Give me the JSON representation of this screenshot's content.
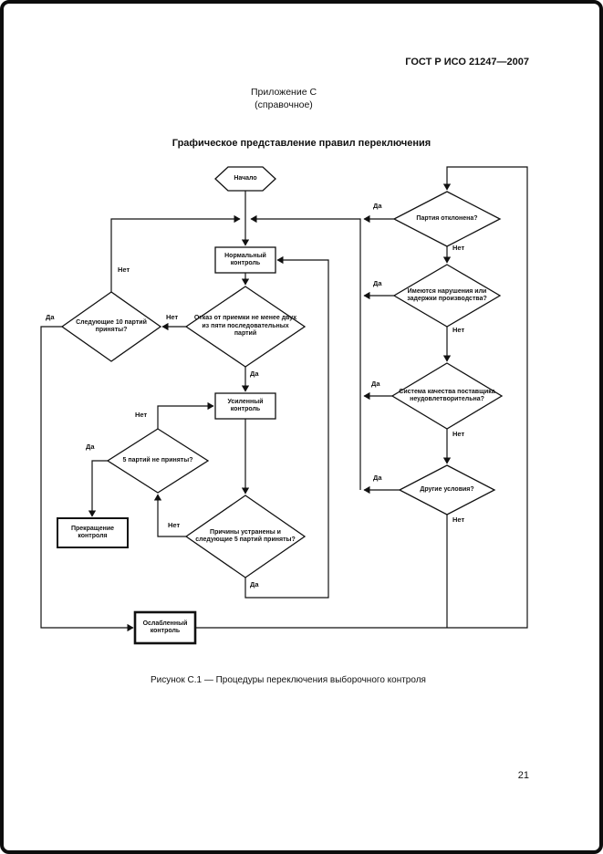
{
  "page": {
    "header": "ГОСТ Р ИСО 21247—2007",
    "annex_line1": "Приложение С",
    "annex_line2": "(справочное)",
    "title": "Графическое представление правил переключения",
    "caption": "Рисунок С.1 — Процедуры переключения выборочного контроля",
    "page_number": "21"
  },
  "flowchart": {
    "nodes": {
      "start": "Начало",
      "normal": "Нормальный контроль",
      "rejection_2of5": "Отказ от приемки не менее двух из пяти последовательных партий",
      "next10": "Следующие 10 партий приняты?",
      "tightened": "Усиленный контроль",
      "five_not_accepted": "5 партий не приняты?",
      "discontinue": "Прекращение контроля",
      "causes_corrected": "Причины устранены и следующие 5 партий приняты?",
      "reduced": "Ослабленный контроль",
      "lot_rejected": "Партия отклонена?",
      "production_delays": "Имеются нарушения или задержки производства?",
      "quality_system": "Система качества поставщика неудовлетворительна?",
      "other_conditions": "Другие условия?"
    },
    "labels": {
      "yes": "Да",
      "no": "Нет"
    }
  }
}
